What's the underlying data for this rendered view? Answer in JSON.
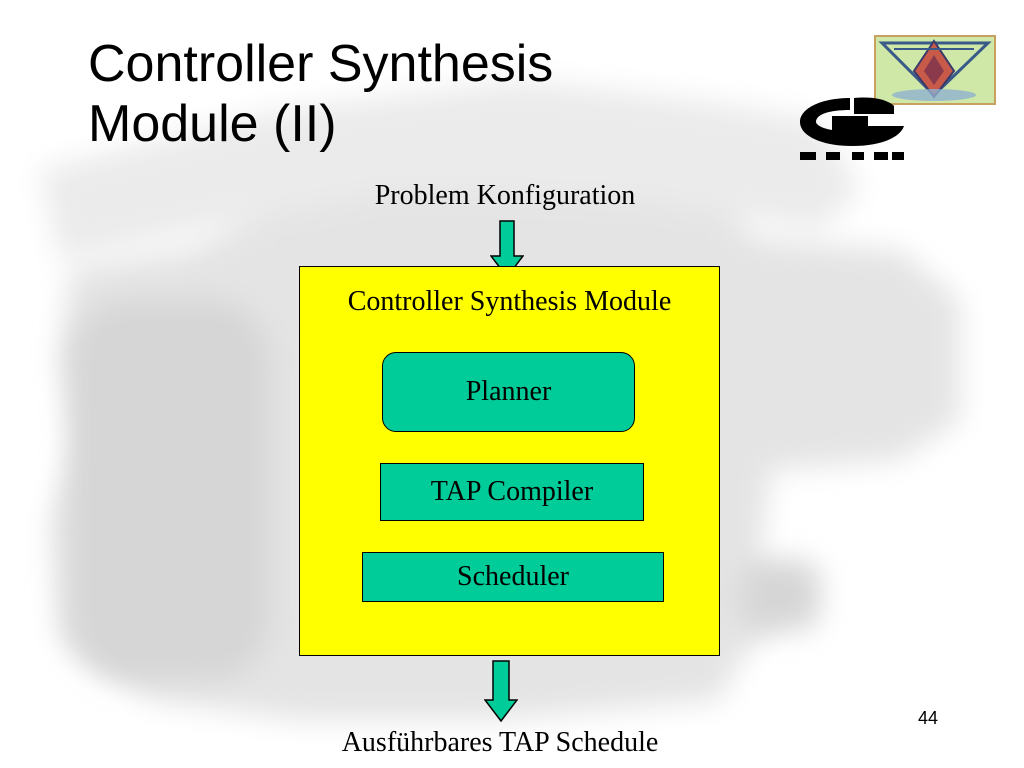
{
  "slide": {
    "title": "Controller Synthesis\nModule (II)",
    "page_number": "44"
  },
  "diagram": {
    "input_label": "Problem Konfiguration",
    "output_label": "Ausführbares TAP Schedule",
    "module_title": "Controller Synthesis Module",
    "components": {
      "planner": "Planner",
      "tap_compiler": "TAP Compiler",
      "scheduler": "Scheduler"
    }
  },
  "colors": {
    "module_fill": "#ffff00",
    "component_fill": "#00cc99",
    "arrow_fill": "#00cc99"
  },
  "icons": {
    "logo_art": "geometric-painting-logo",
    "logo_mark": "institute-logo"
  }
}
